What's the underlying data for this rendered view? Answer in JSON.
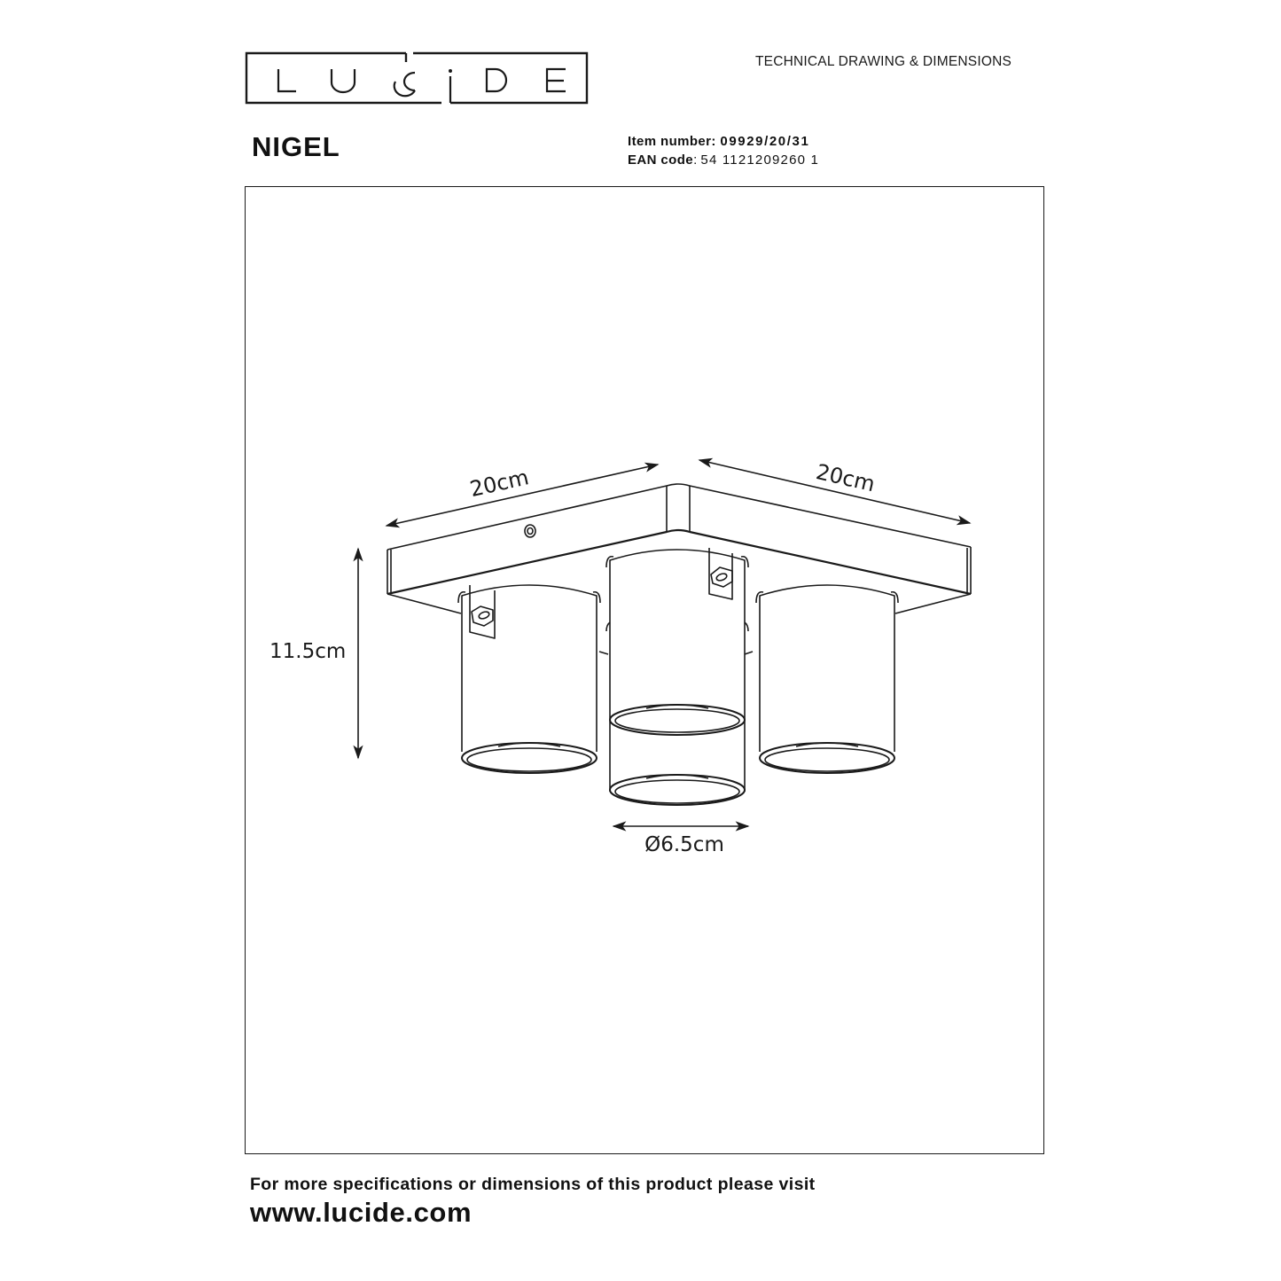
{
  "header": {
    "brand": "LUCIDE",
    "brand_letters": [
      "L",
      "U",
      "C",
      "i",
      "D",
      "E"
    ],
    "document_type": "TECHNICAL DRAWING & DIMENSIONS"
  },
  "product": {
    "name": "NIGEL",
    "item_number_label": "Item number",
    "item_number": "09929/20/31",
    "ean_label": "EAN code",
    "ean": "5411212092601",
    "ean_display": "54 1121209260 1"
  },
  "drawing": {
    "description": "Square ceiling plate with three cylindrical spotlights",
    "dimensions": {
      "width_left": "20cm",
      "width_right": "20cm",
      "height": "11.5cm",
      "diameter": "Ø6.5cm"
    },
    "line_color": "#1a1a1a",
    "spotlight_count": 3
  },
  "footer": {
    "note": "For more specifications or dimensions of this product please visit",
    "url": "www.lucide.com"
  }
}
